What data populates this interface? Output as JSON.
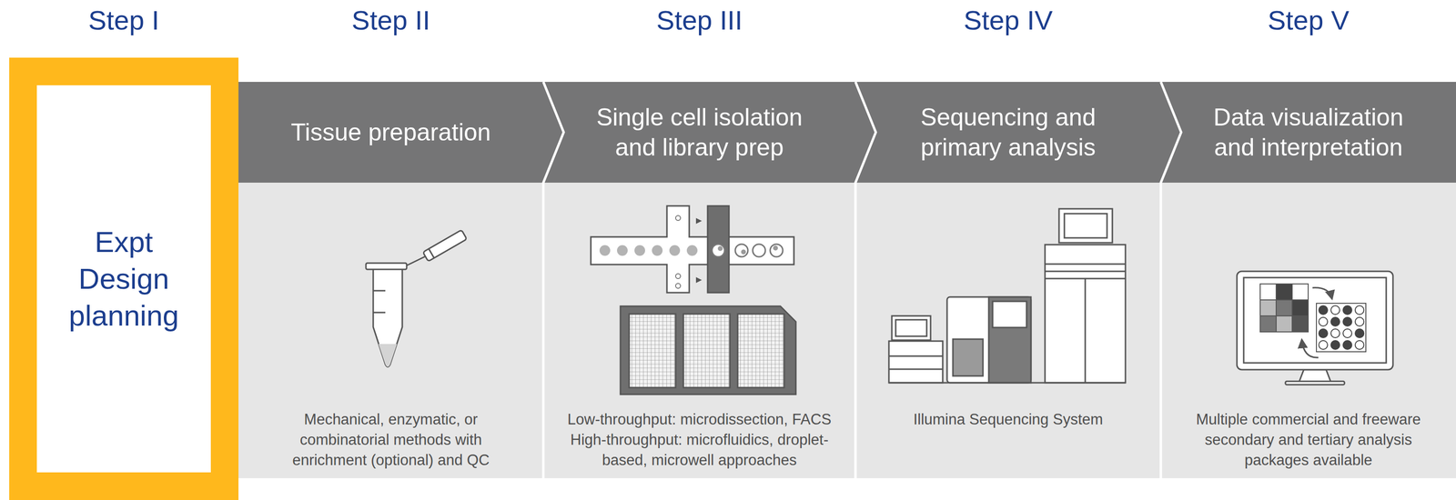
{
  "diagram": {
    "nodes": [
      {
        "text": [
          "Step I",
          "Expt Design planning"
        ]
      },
      {
        "text": [
          "Step II",
          "Tissue preparation",
          "Mechanical, enzymatic, or combinatorial methods with enrichment (optional) and QC"
        ]
      },
      {
        "text": [
          "Step III",
          "Single cell isolation and library prep",
          "Low-throughput: microdissection, FACS High-throughput: microfluidics, droplet-based, microwell approaches"
        ]
      },
      {
        "text": [
          "Step IV",
          "Sequencing and primary analysis",
          "Illumina Sequencing System"
        ]
      },
      {
        "text": [
          "Step V",
          "Data visualization and interpretation",
          "Multiple commercial and freeware secondary and tertiary analysis packages available"
        ]
      }
    ]
  }
}
